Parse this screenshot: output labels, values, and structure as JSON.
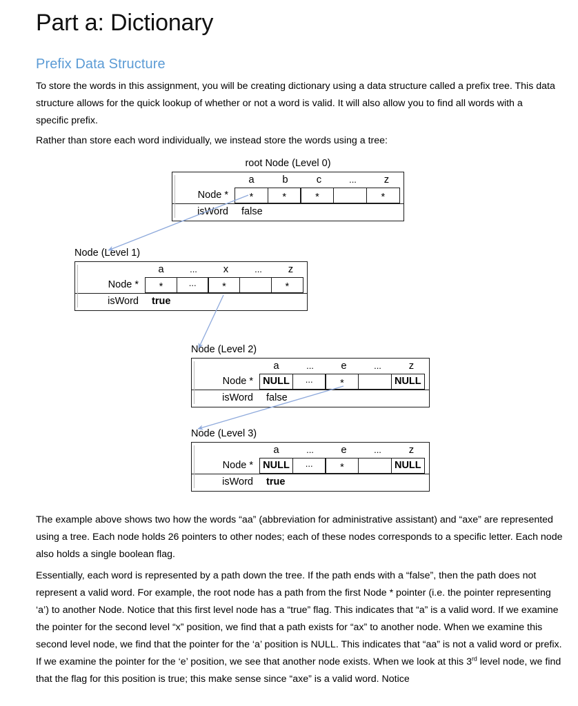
{
  "document": {
    "title": "Part a: Dictionary",
    "heading": "Prefix Data Structure",
    "heading_color": "#5B9BD5",
    "arrow_color": "#8FAADC",
    "paragraphs": {
      "intro": "To store the words in this assignment, you will be creating dictionary using a data structure called a prefix tree.  This data structure allows for the quick lookup of whether or not a word is valid.  It will also allow you to find all words with a specific prefix.",
      "rather": "Rather than store each word individually, we instead store the words using a tree:",
      "example": "The example above shows two how the words “aa” (abbreviation for administrative assistant) and “axe” are represented using a tree. Each node holds 26 pointers to other nodes; each of these nodes corresponds to a specific letter.   Each node also holds a single boolean flag.",
      "essential_part1": "Essentially, each word is represented by a path down the tree.  If the path ends with a “false”, then the path does not represent a valid word.  For example, the root node has a path from the first Node * pointer (i.e. the pointer representing ‘a’) to another Node.  Notice that this first level node has a “true” flag.  This indicates that “a” is a valid word.  If we examine the pointer for the second level “x” position, we find that a path exists for “ax” to another node.  When we examine this second level node, we find that the pointer for the ‘a’ position is NULL.  This indicates that “aa” is not a valid word or prefix.  If we examine the pointer for the ‘e’ position, we see that another node exists.  When we look at this 3",
      "essential_sup": "rd",
      "essential_part2": " level node, we find that the flag for this position is true; this make sense since “axe” is a valid word. Notice"
    }
  },
  "diagram": {
    "row_labels": {
      "node_pointer": "Node *",
      "is_word": "isWord"
    },
    "nodes": [
      {
        "caption": "root Node (Level 0)",
        "letters": [
          "a",
          "b",
          "c",
          "...",
          "z"
        ],
        "pointers": [
          "*",
          "*",
          "*",
          "",
          "*"
        ],
        "pointers_bold": [
          false,
          false,
          false,
          false,
          false
        ],
        "is_word": "false",
        "is_word_bold": false
      },
      {
        "caption": "Node (Level 1)",
        "letters": [
          "a",
          "...",
          "x",
          "...",
          "z"
        ],
        "pointers": [
          "*",
          "...",
          "*",
          "",
          "*"
        ],
        "pointers_bold": [
          false,
          false,
          false,
          false,
          false
        ],
        "is_word": "true",
        "is_word_bold": true
      },
      {
        "caption": "Node (Level 2)",
        "letters": [
          "a",
          "...",
          "e",
          "...",
          "z"
        ],
        "pointers": [
          "NULL",
          "...",
          "*",
          "",
          "NULL"
        ],
        "pointers_bold": [
          true,
          false,
          false,
          false,
          true
        ],
        "is_word": "false",
        "is_word_bold": false
      },
      {
        "caption": "Node (Level 3)",
        "letters": [
          "a",
          "...",
          "e",
          "...",
          "z"
        ],
        "pointers": [
          "NULL",
          "...",
          "*",
          "",
          "NULL"
        ],
        "pointers_bold": [
          true,
          false,
          false,
          false,
          true
        ],
        "is_word": "true",
        "is_word_bold": true
      }
    ],
    "arrows": [
      {
        "name": "arrow-root-to-level1",
        "from": "root 'a' pointer",
        "to": "Node (Level 1)"
      },
      {
        "name": "arrow-level1-to-level2",
        "from": "level 1 'x' pointer",
        "to": "Node (Level 2)"
      },
      {
        "name": "arrow-level2-to-level3",
        "from": "level 2 'e' pointer",
        "to": "Node (Level 3)"
      }
    ]
  }
}
